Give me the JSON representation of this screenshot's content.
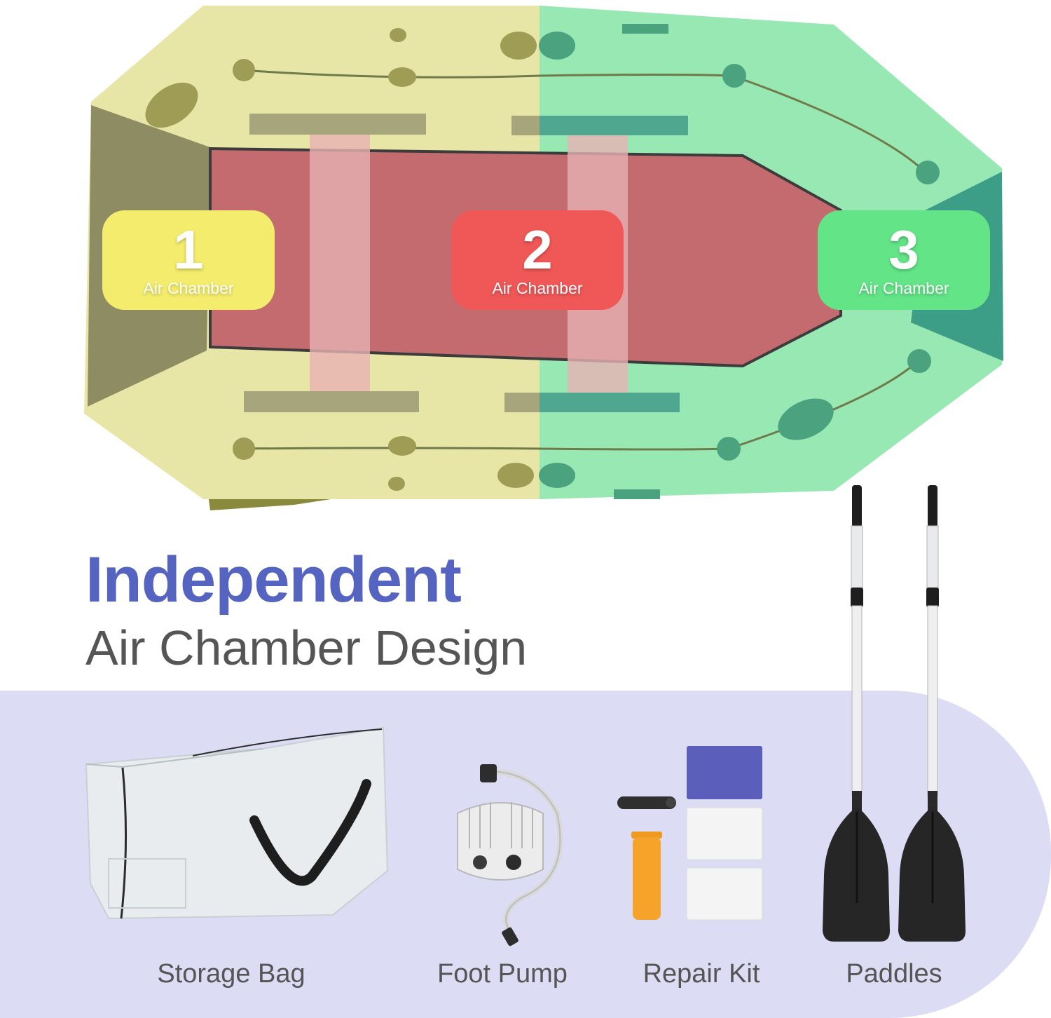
{
  "chambers": [
    {
      "number": "1",
      "label": "Air Chamber",
      "color": "#f3ec6c"
    },
    {
      "number": "2",
      "label": "Air Chamber",
      "color": "#f05757"
    },
    {
      "number": "3",
      "label": "Air Chamber",
      "color": "#62e487"
    }
  ],
  "headline": {
    "title": "Independent",
    "subtitle": "Air Chamber Design",
    "title_color": "#5563c1"
  },
  "accessories": [
    {
      "label": "Storage Bag",
      "icon": "storage-bag"
    },
    {
      "label": "Foot Pump",
      "icon": "foot-pump"
    },
    {
      "label": "Repair Kit",
      "icon": "repair-kit"
    },
    {
      "label": "Paddles",
      "icon": "paddles"
    }
  ],
  "colors": {
    "accessory_background": "#dcdcf4",
    "text_gray": "#555555"
  }
}
